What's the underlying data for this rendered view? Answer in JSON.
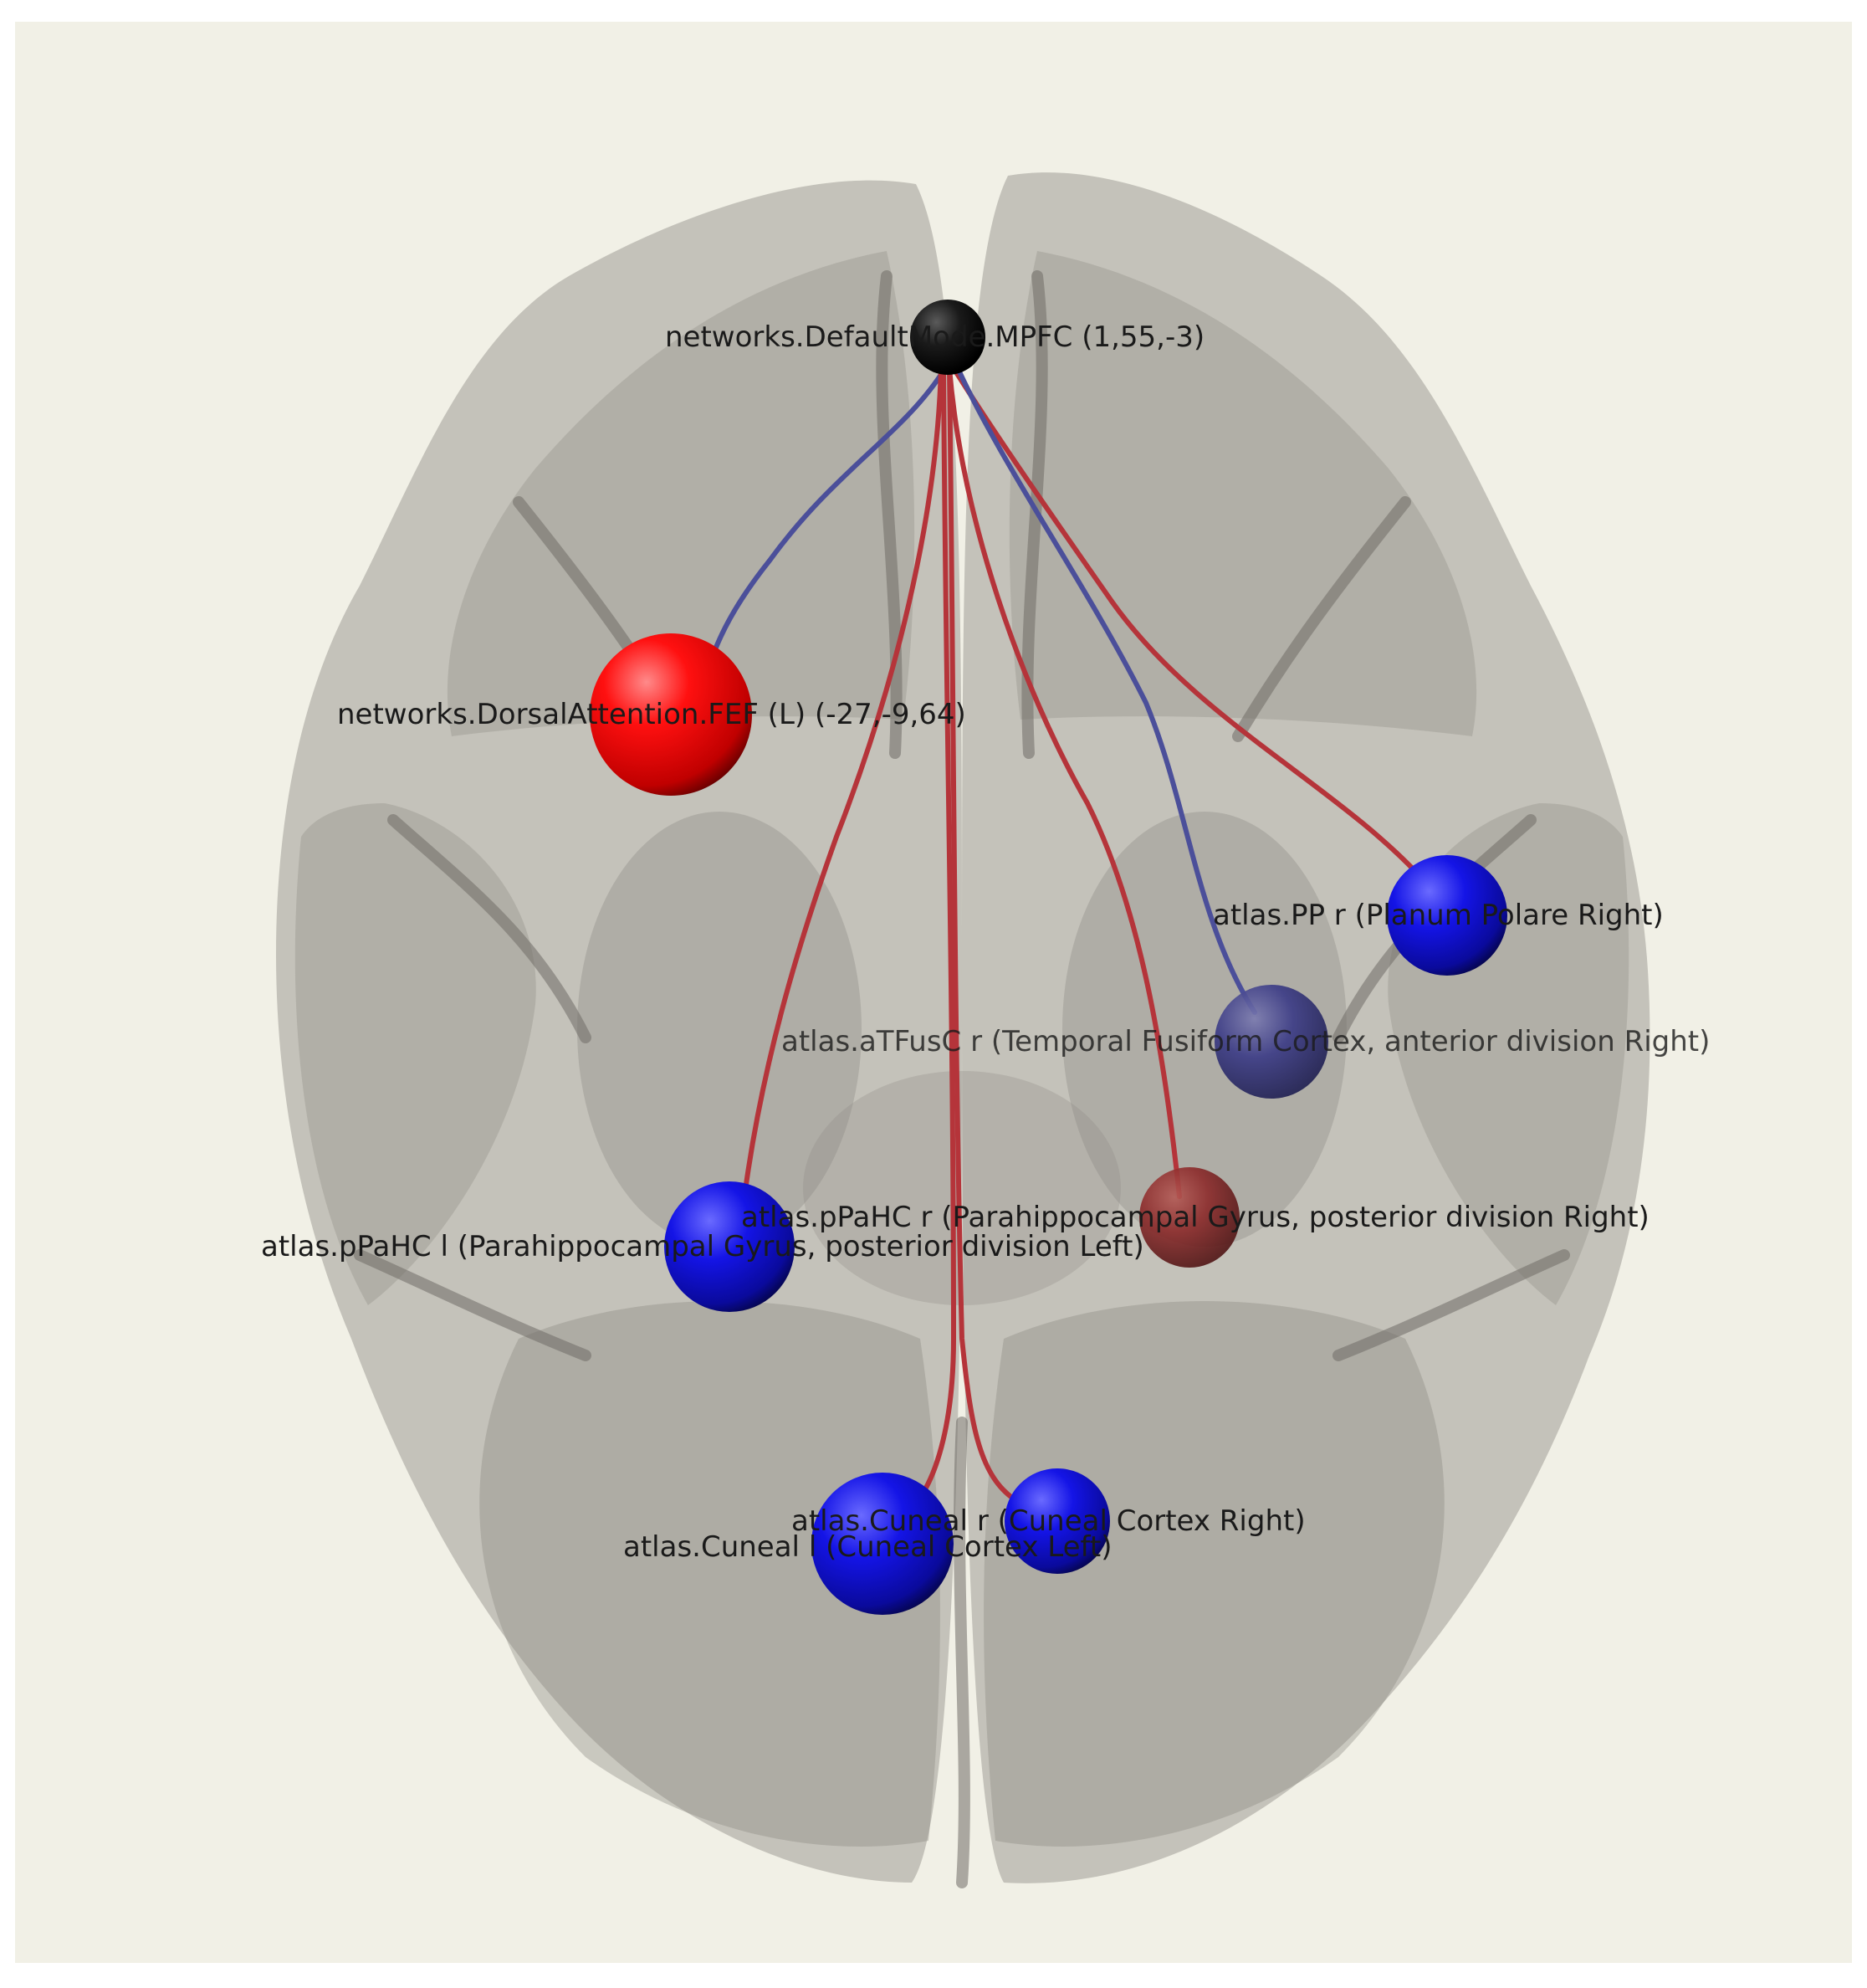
{
  "colors": {
    "page_background": "#ffffff",
    "panel_background": "#f1f0e6",
    "brain_fill": "#a8a69e",
    "brain_fold": "#7e7b74",
    "edge_positive": "#b5343a",
    "edge_negative": "#4b4f9a",
    "node_black": "#151515",
    "node_red": "#ff0000",
    "node_dark_red": "#8c2a2a",
    "node_blue": "#0a0ad6",
    "node_dim_blue": "#3a3a86"
  },
  "nodes": {
    "mpfc": {
      "label": "networks.DefaultMode.MPFC (1,55,-3)",
      "color": "node_black"
    },
    "fef": {
      "label": "networks.DorsalAttention.FEF (L)  (-27,-9,64)",
      "color": "node_red"
    },
    "pp_r": {
      "label": "atlas.PP r (Planum Polare Right)",
      "color": "node_blue"
    },
    "atfusc": {
      "label": "atlas.aTFusC r (Temporal Fusiform Cortex, anterior division Right)",
      "color": "node_dim_blue"
    },
    "ppahc_r": {
      "label": "atlas.pPaHC r (Parahippocampal Gyrus, posterior division Right)",
      "color": "node_dark_red"
    },
    "ppahc_l": {
      "label": "atlas.pPaHC l (Parahippocampal Gyrus, posterior division Left)",
      "color": "node_blue"
    },
    "cuneal_r": {
      "label": "atlas.Cuneal r (Cuneal Cortex Right)",
      "color": "node_blue"
    },
    "cuneal_l": {
      "label": "atlas.Cuneal l (Cuneal Cortex Left)",
      "color": "node_blue"
    }
  },
  "edges": [
    {
      "from": "mpfc",
      "to": "fef",
      "sign": "negative"
    },
    {
      "from": "mpfc",
      "to": "pp_r",
      "sign": "positive"
    },
    {
      "from": "mpfc",
      "to": "atfusc",
      "sign": "negative"
    },
    {
      "from": "mpfc",
      "to": "ppahc_r",
      "sign": "positive"
    },
    {
      "from": "mpfc",
      "to": "ppahc_l",
      "sign": "positive"
    },
    {
      "from": "mpfc",
      "to": "cuneal_r",
      "sign": "positive"
    },
    {
      "from": "mpfc",
      "to": "cuneal_l",
      "sign": "positive"
    }
  ]
}
